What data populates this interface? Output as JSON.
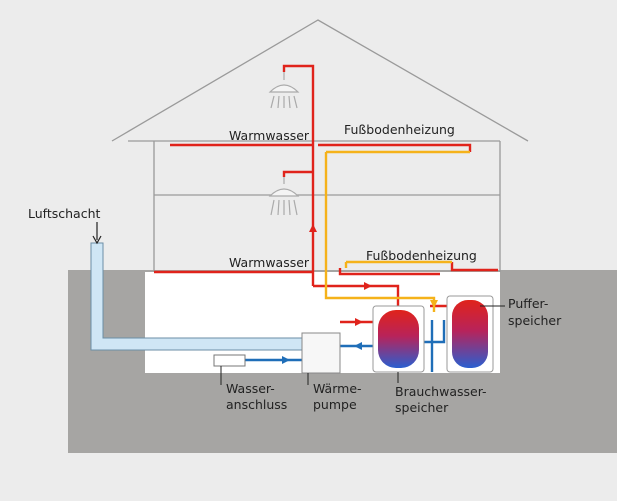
{
  "labels": {
    "warmwasser_top": "Warmwasser",
    "warmwasser_mid": "Warmwasser",
    "fussboden_top": "Fußbodenheizung",
    "fussboden_mid": "Fußbodenheizung",
    "luftschacht": "Luftschacht",
    "wasseranschluss": [
      "Wasser-",
      "anschluss"
    ],
    "waermepumpe": [
      "Wärme-",
      "pumpe"
    ],
    "brauchwasserspeicher": [
      "Brauchwasser-",
      "speicher"
    ],
    "pufferspeicher": [
      "Puffer-",
      "speicher"
    ]
  },
  "colors": {
    "background": "#ececec",
    "ground": "#a6a5a3",
    "house_outline": "#9a9a9a",
    "hot_pipe": "#e0231b",
    "cold_pipe": "#1f6eb8",
    "heating_pipe": "#f5b21a",
    "air_duct": "#cfe6f5",
    "air_duct_edge": "#6b8ea6"
  }
}
